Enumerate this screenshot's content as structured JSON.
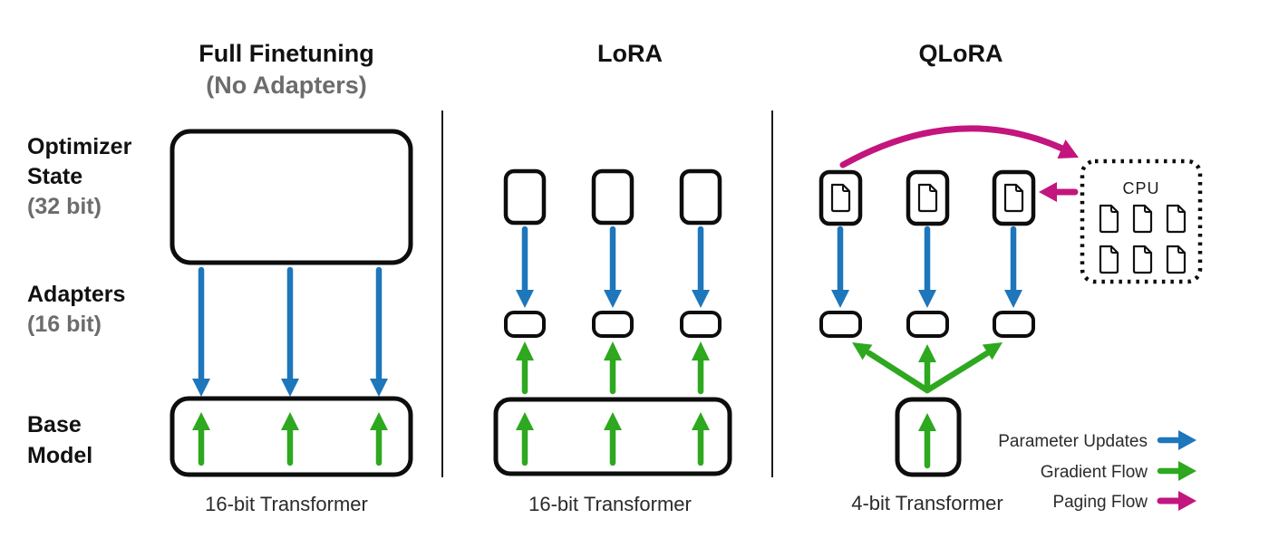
{
  "colors": {
    "blue": "#1E76BB",
    "green": "#2DA81F",
    "magenta": "#C3157E",
    "ink": "#111111",
    "gray": "#6c6c6c",
    "text": "#2b2b2b"
  },
  "columns": [
    {
      "id": "full-finetuning",
      "title": "Full Finetuning",
      "subtitle": "(No Adapters)",
      "bottom_label": "16-bit Transformer"
    },
    {
      "id": "lora",
      "title": "LoRA",
      "subtitle": "",
      "bottom_label": "16-bit Transformer"
    },
    {
      "id": "qlora",
      "title": "QLoRA",
      "subtitle": "",
      "bottom_label": "4-bit Transformer"
    }
  ],
  "row_labels": {
    "optimizer": {
      "line1": "Optimizer",
      "line2": "State",
      "line3": "(32 bit)"
    },
    "adapters": {
      "line1": "Adapters",
      "line2": "(16 bit)"
    },
    "base": {
      "line1": "Base",
      "line2": "Model"
    }
  },
  "cpu": {
    "label": "CPU",
    "page_icon_count": 6
  },
  "legend": [
    {
      "label": "Parameter Updates",
      "color": "#1E76BB"
    },
    {
      "label": "Gradient Flow",
      "color": "#2DA81F"
    },
    {
      "label": "Paging Flow",
      "color": "#C3157E"
    }
  ],
  "icons": {
    "page": "document-page-icon"
  }
}
